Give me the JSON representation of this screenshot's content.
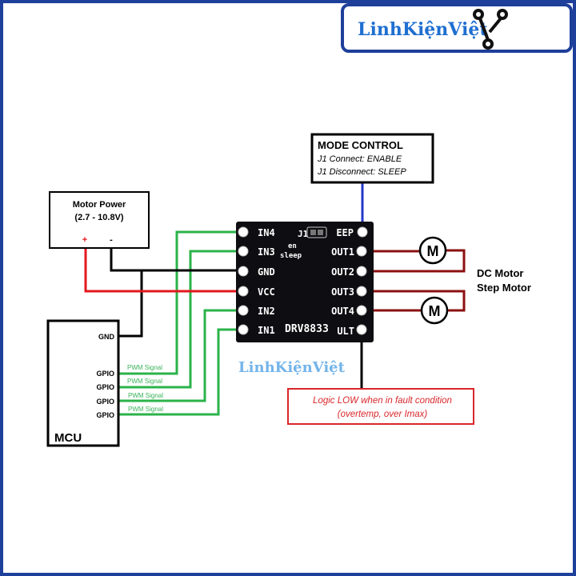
{
  "logo": {
    "text": "LinhKiệnViệt",
    "color": "#1f6fd1"
  },
  "motor_power": {
    "title": "Motor  Power",
    "range": "(2.7 - 10.8V)",
    "plus": "+",
    "minus": "-"
  },
  "mcu": {
    "name": "MCU",
    "gnd": "GND",
    "gpio": [
      "GPIO",
      "GPIO",
      "GPIO",
      "GPIO"
    ],
    "pwm": [
      "PWM Signal",
      "PWM Signal",
      "PWM Signal",
      "PWM Signal"
    ]
  },
  "board": {
    "name": "DRV8833",
    "jumper": "J1",
    "silk_en": "en",
    "silk_sleep": "sleep",
    "left_pins": [
      "IN4",
      "IN3",
      "GND",
      "VCC",
      "IN2",
      "IN1"
    ],
    "right_pins": [
      "EEP",
      "OUT1",
      "OUT2",
      "OUT3",
      "OUT4",
      "ULT"
    ],
    "watermark": "LinhKiệnViệt"
  },
  "mode_control": {
    "title": "MODE CONTROL",
    "line1": "J1 Connect: ENABLE",
    "line2": "J1 Disconnect: SLEEP"
  },
  "motors": {
    "symbol": "M",
    "label1": "DC Motor",
    "label2": "Step Motor"
  },
  "fault": {
    "line1": "Logic LOW when in fault condition",
    "line2": "(overtemp, over Imax)",
    "color": "#d9262b"
  },
  "colors": {
    "signal": "#2bb34a",
    "power": "#e3171d",
    "ground": "#000000",
    "motor": "#8b1010",
    "mode": "#2436c9",
    "frame": "#1e3f9a"
  }
}
